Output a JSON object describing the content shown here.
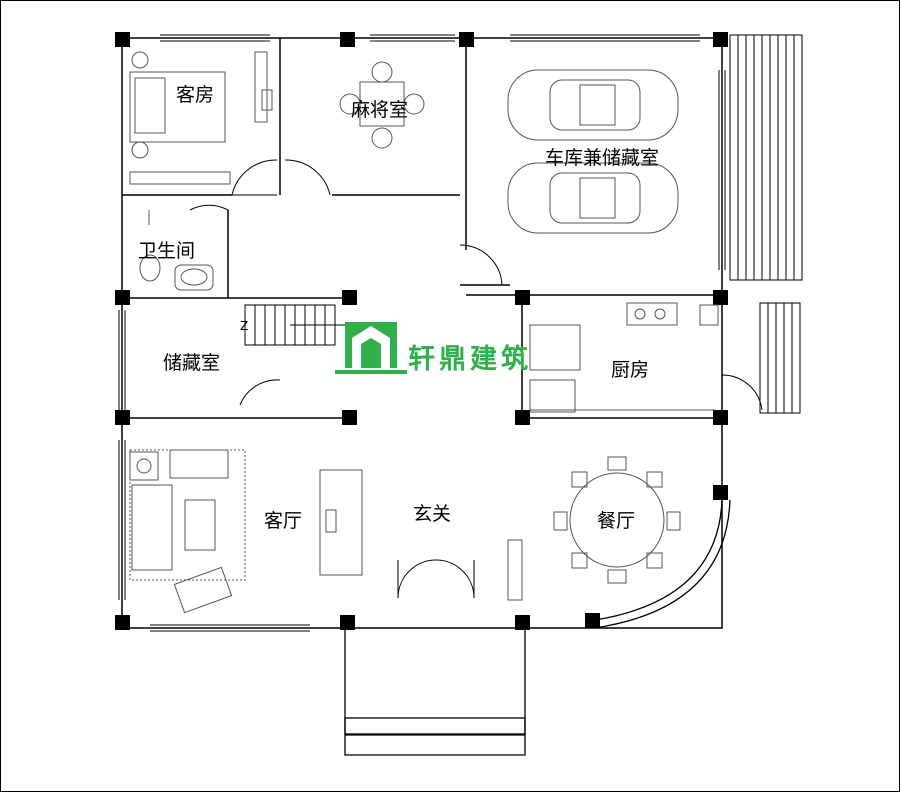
{
  "rooms": {
    "guest_room": "客房",
    "mahjong_room": "麻将室",
    "garage": "车库兼储藏室",
    "bathroom": "卫生间",
    "storage": "储藏室",
    "kitchen": "厨房",
    "living_room": "客厅",
    "foyer": "玄关",
    "dining_room": "餐厅"
  },
  "watermark": {
    "text": "轩鼎建筑",
    "color": "#2fb04a"
  },
  "stair_marker": "Z"
}
